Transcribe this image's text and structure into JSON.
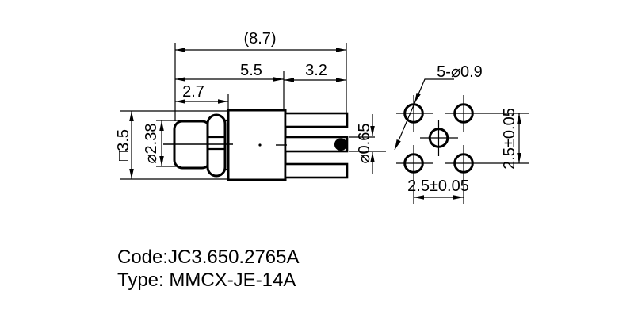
{
  "drawing": {
    "side_view": {
      "dim_overall_length": "(8.7)",
      "dim_front_length": "5.5",
      "dim_pin_length": "3.2",
      "dim_interface_length": "2.7",
      "dim_body_square": "□3.5",
      "dim_interface_diameter": "⌀2.38",
      "dim_pin_diameter": "⌀0.65"
    },
    "footprint_view": {
      "dim_hole_callout": "5-⌀0.9",
      "dim_pitch_vertical": "2.5±0.05",
      "dim_pitch_horizontal": "2.5±0.05"
    },
    "labels": {
      "code": "Code:JC3.650.2765A",
      "type": "Type: MMCX-JE-14A"
    },
    "colors": {
      "line": "#000000",
      "background": "#ffffff"
    }
  }
}
